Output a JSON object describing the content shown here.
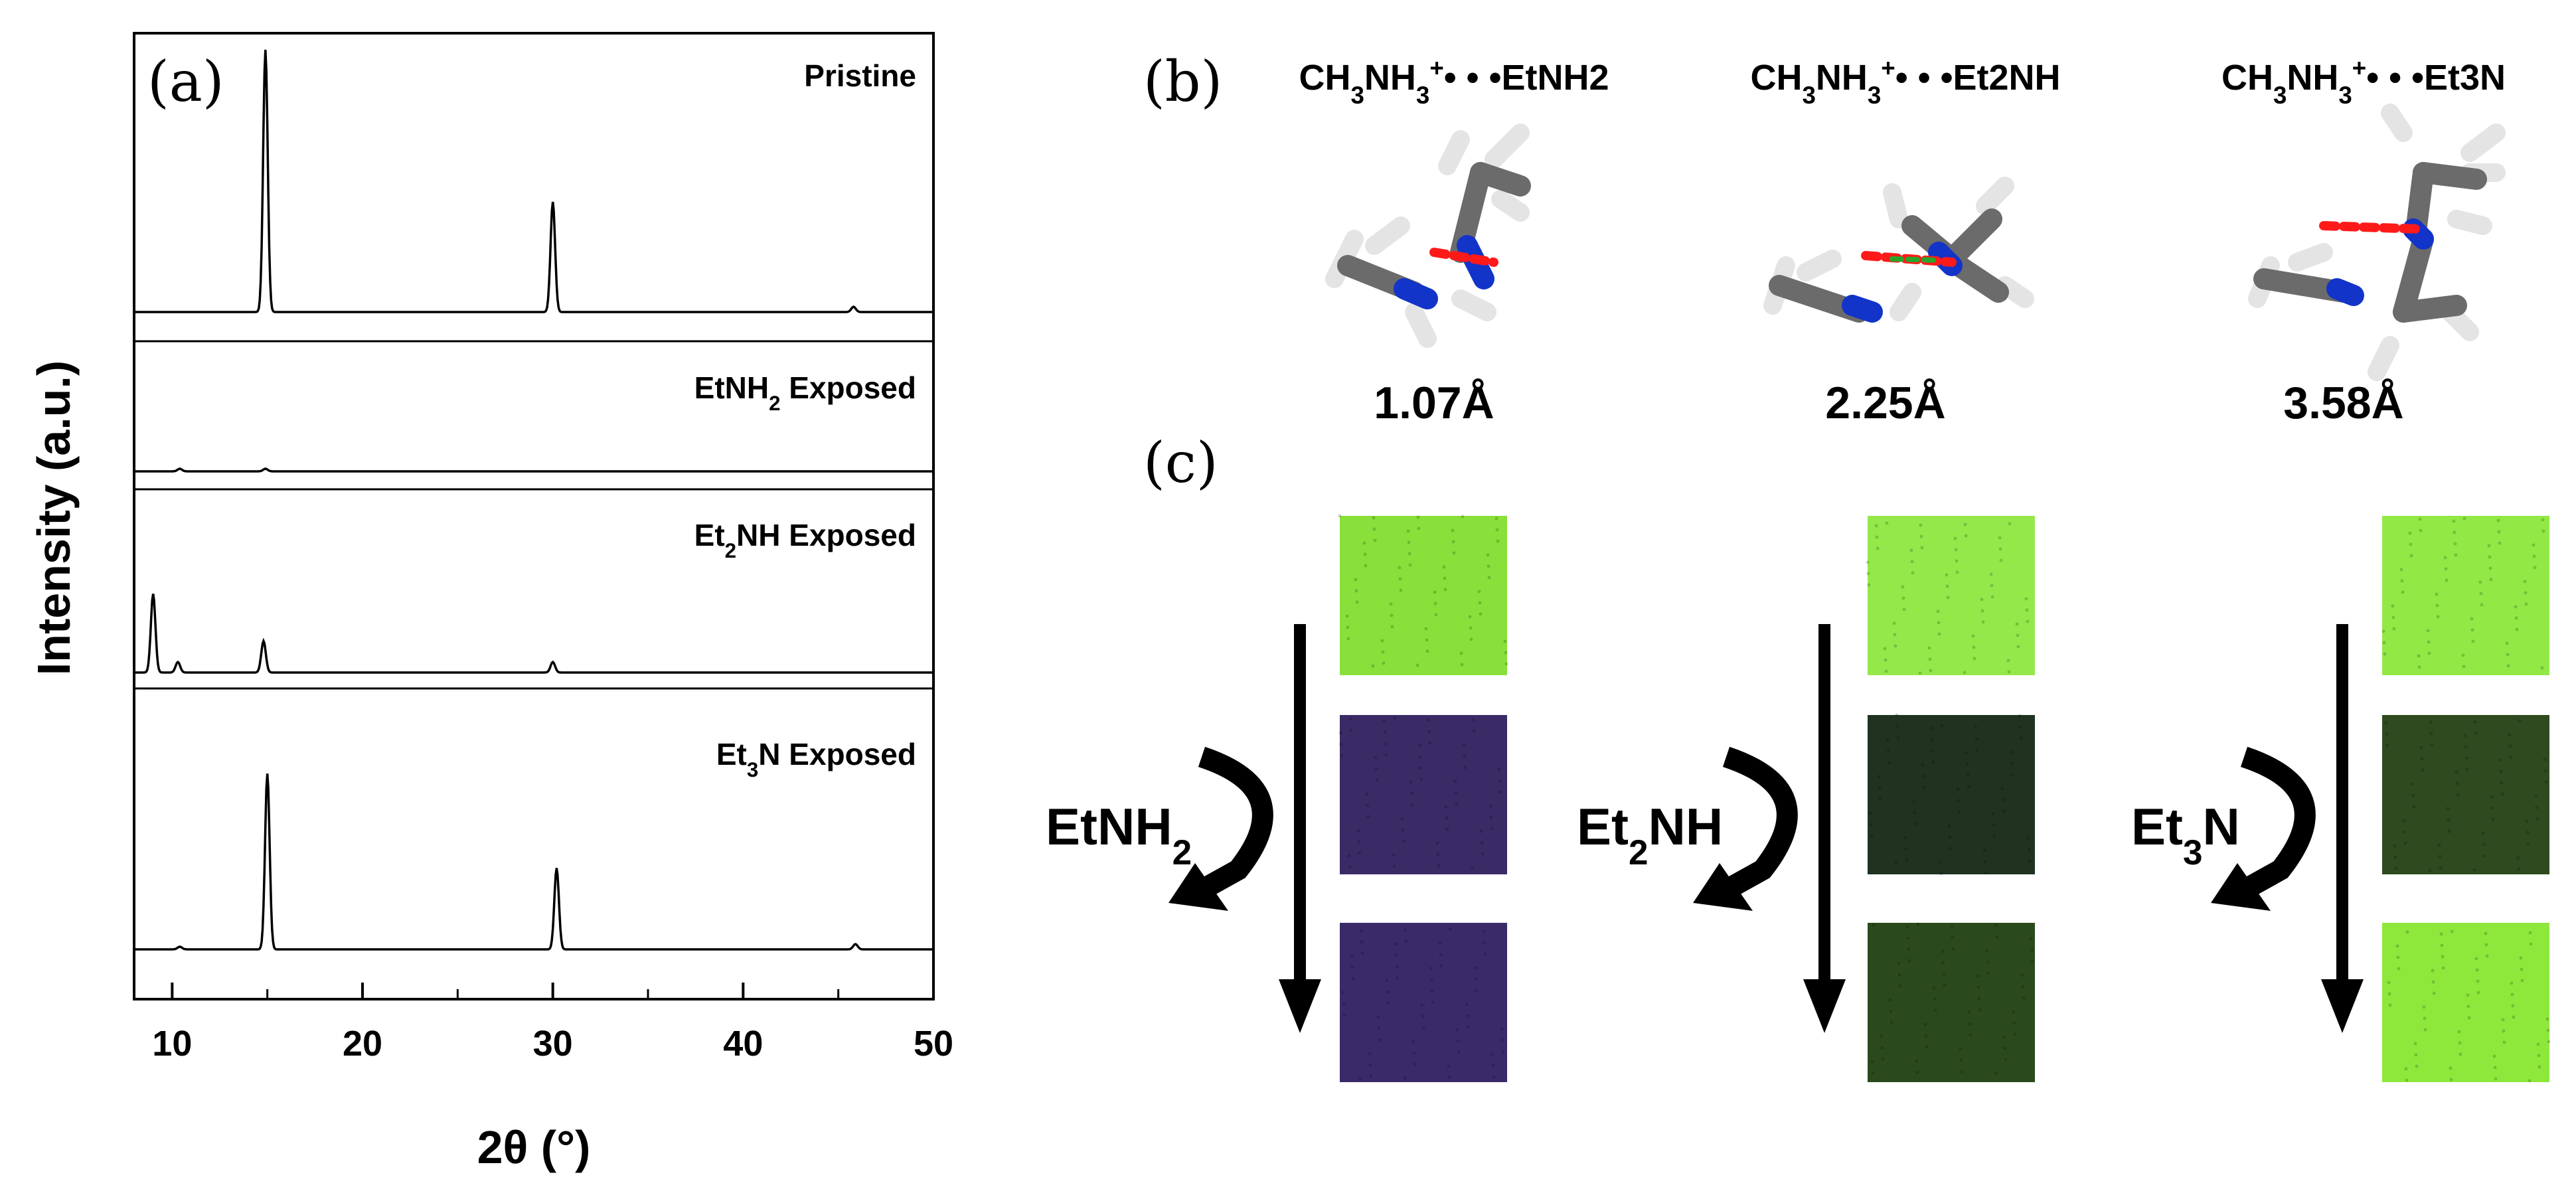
{
  "panel_labels": {
    "a": "(a)",
    "b": "(b)",
    "c": "(c)"
  },
  "chart_data": {
    "type": "line",
    "xlabel": "2θ (°)",
    "ylabel": "Intensity (a.u.)",
    "xlim": [
      8,
      50
    ],
    "xticks": [
      "10",
      "20",
      "30",
      "40",
      "50"
    ],
    "series": [
      {
        "name": "Pristine",
        "peaks": [
          [
            14.9,
            1.0
          ],
          [
            30.0,
            0.42
          ],
          [
            45.8,
            0.02
          ]
        ]
      },
      {
        "name": "EtNH2 Exposed",
        "name_parts": [
          "EtNH",
          "2",
          " Exposed"
        ],
        "peaks": [
          [
            10.4,
            0.01
          ],
          [
            14.9,
            0.01
          ]
        ]
      },
      {
        "name": "Et2NH Exposed",
        "name_parts": [
          "Et",
          "2",
          "NH Exposed"
        ],
        "peaks": [
          [
            9.0,
            0.3
          ],
          [
            10.3,
            0.04
          ],
          [
            14.8,
            0.12
          ],
          [
            30.0,
            0.04
          ]
        ]
      },
      {
        "name": "Et3N Exposed",
        "name_parts": [
          "Et",
          "3",
          "N Exposed"
        ],
        "peaks": [
          [
            10.4,
            0.01
          ],
          [
            15.0,
            0.67
          ],
          [
            30.2,
            0.31
          ],
          [
            45.9,
            0.02
          ]
        ]
      }
    ]
  },
  "panel_b": {
    "complexes": [
      {
        "title_parts": [
          "CH",
          "3",
          "NH",
          "3",
          "+",
          "• • •EtNH",
          "2"
        ],
        "distance": "1.07Å"
      },
      {
        "title_parts": [
          "CH",
          "3",
          "NH",
          "3",
          "+",
          "• • •Et",
          "2",
          "NH"
        ],
        "distance": "2.25Å"
      },
      {
        "title_parts": [
          "CH",
          "3",
          "NH",
          "3",
          "+",
          "• • •Et",
          "3",
          "N"
        ],
        "distance": "3.58Å"
      }
    ]
  },
  "panel_c": {
    "columns": [
      {
        "amine_parts": [
          "EtNH",
          "2",
          ""
        ],
        "tiles": [
          "#8ae03a",
          "#3a2a66",
          "#3a2a6a"
        ]
      },
      {
        "amine_parts": [
          "Et",
          "2",
          "NH"
        ],
        "tiles": [
          "#95e84a",
          "#1f3320",
          "#2b4a1c"
        ]
      },
      {
        "amine_parts": [
          "Et",
          "3",
          "N"
        ],
        "tiles": [
          "#92e845",
          "#2e4a1e",
          "#8ee83c"
        ]
      }
    ]
  }
}
